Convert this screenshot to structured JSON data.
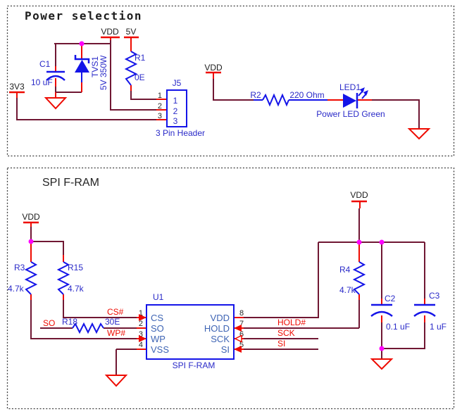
{
  "colors": {
    "wire": "#701733",
    "red": "#EE0A00",
    "component_blue": "#1414E8",
    "label_blue": "#2A2AC8",
    "pin_text_blue": "#3E64B4",
    "junction_magenta": "#FF00FF",
    "text_black": "#1C1C1C",
    "border_gray": "#3C3C3C",
    "background": "#FFFFFF"
  },
  "power": {
    "title": "Power selection",
    "flags": {
      "vdd_left": "VDD",
      "v5": "5V",
      "v3v3": "3V3",
      "vdd_right": "VDD"
    },
    "c1": {
      "ref": "C1",
      "value": "10 uF"
    },
    "tvs1": {
      "ref": "TVS1",
      "value": "5V 350W"
    },
    "r1": {
      "ref": "R1",
      "value": "0E"
    },
    "j5": {
      "ref": "J5",
      "desc": "3 Pin Header",
      "pin_numbers": [
        "1",
        "2",
        "3"
      ],
      "pin_names": [
        "1",
        "2",
        "3"
      ]
    },
    "r2": {
      "ref": "R2",
      "value": "220 Ohm"
    },
    "led1": {
      "ref": "LED1",
      "desc": "Power LED Green"
    }
  },
  "fram": {
    "title": "SPI F-RAM",
    "flags": {
      "vdd_left": "VDD",
      "vdd_right": "VDD"
    },
    "r3": {
      "ref": "R3",
      "value": "4.7k"
    },
    "r15": {
      "ref": "R15",
      "value": "4.7k"
    },
    "r18": {
      "ref": "R18",
      "value": "30E"
    },
    "r4": {
      "ref": "R4",
      "value": "4.7k"
    },
    "c2": {
      "ref": "C2",
      "value": "0.1 uF"
    },
    "c3": {
      "ref": "C3",
      "value": "1 uF"
    },
    "u1": {
      "ref": "U1",
      "part": "SPI F-RAM",
      "left_pins": [
        {
          "num": "1",
          "name": "CS"
        },
        {
          "num": "2",
          "name": "SO"
        },
        {
          "num": "3",
          "name": "WP"
        },
        {
          "num": "4",
          "name": "VSS"
        }
      ],
      "right_pins": [
        {
          "num": "8",
          "name": "VDD"
        },
        {
          "num": "7",
          "name": "HOLD"
        },
        {
          "num": "6",
          "name": "SCK"
        },
        {
          "num": "5",
          "name": "SI"
        }
      ]
    },
    "nets": {
      "cs": "CS#",
      "so": "SO",
      "wp": "WP#",
      "hold": "HOLD#",
      "sck": "SCK",
      "si": "SI"
    }
  }
}
